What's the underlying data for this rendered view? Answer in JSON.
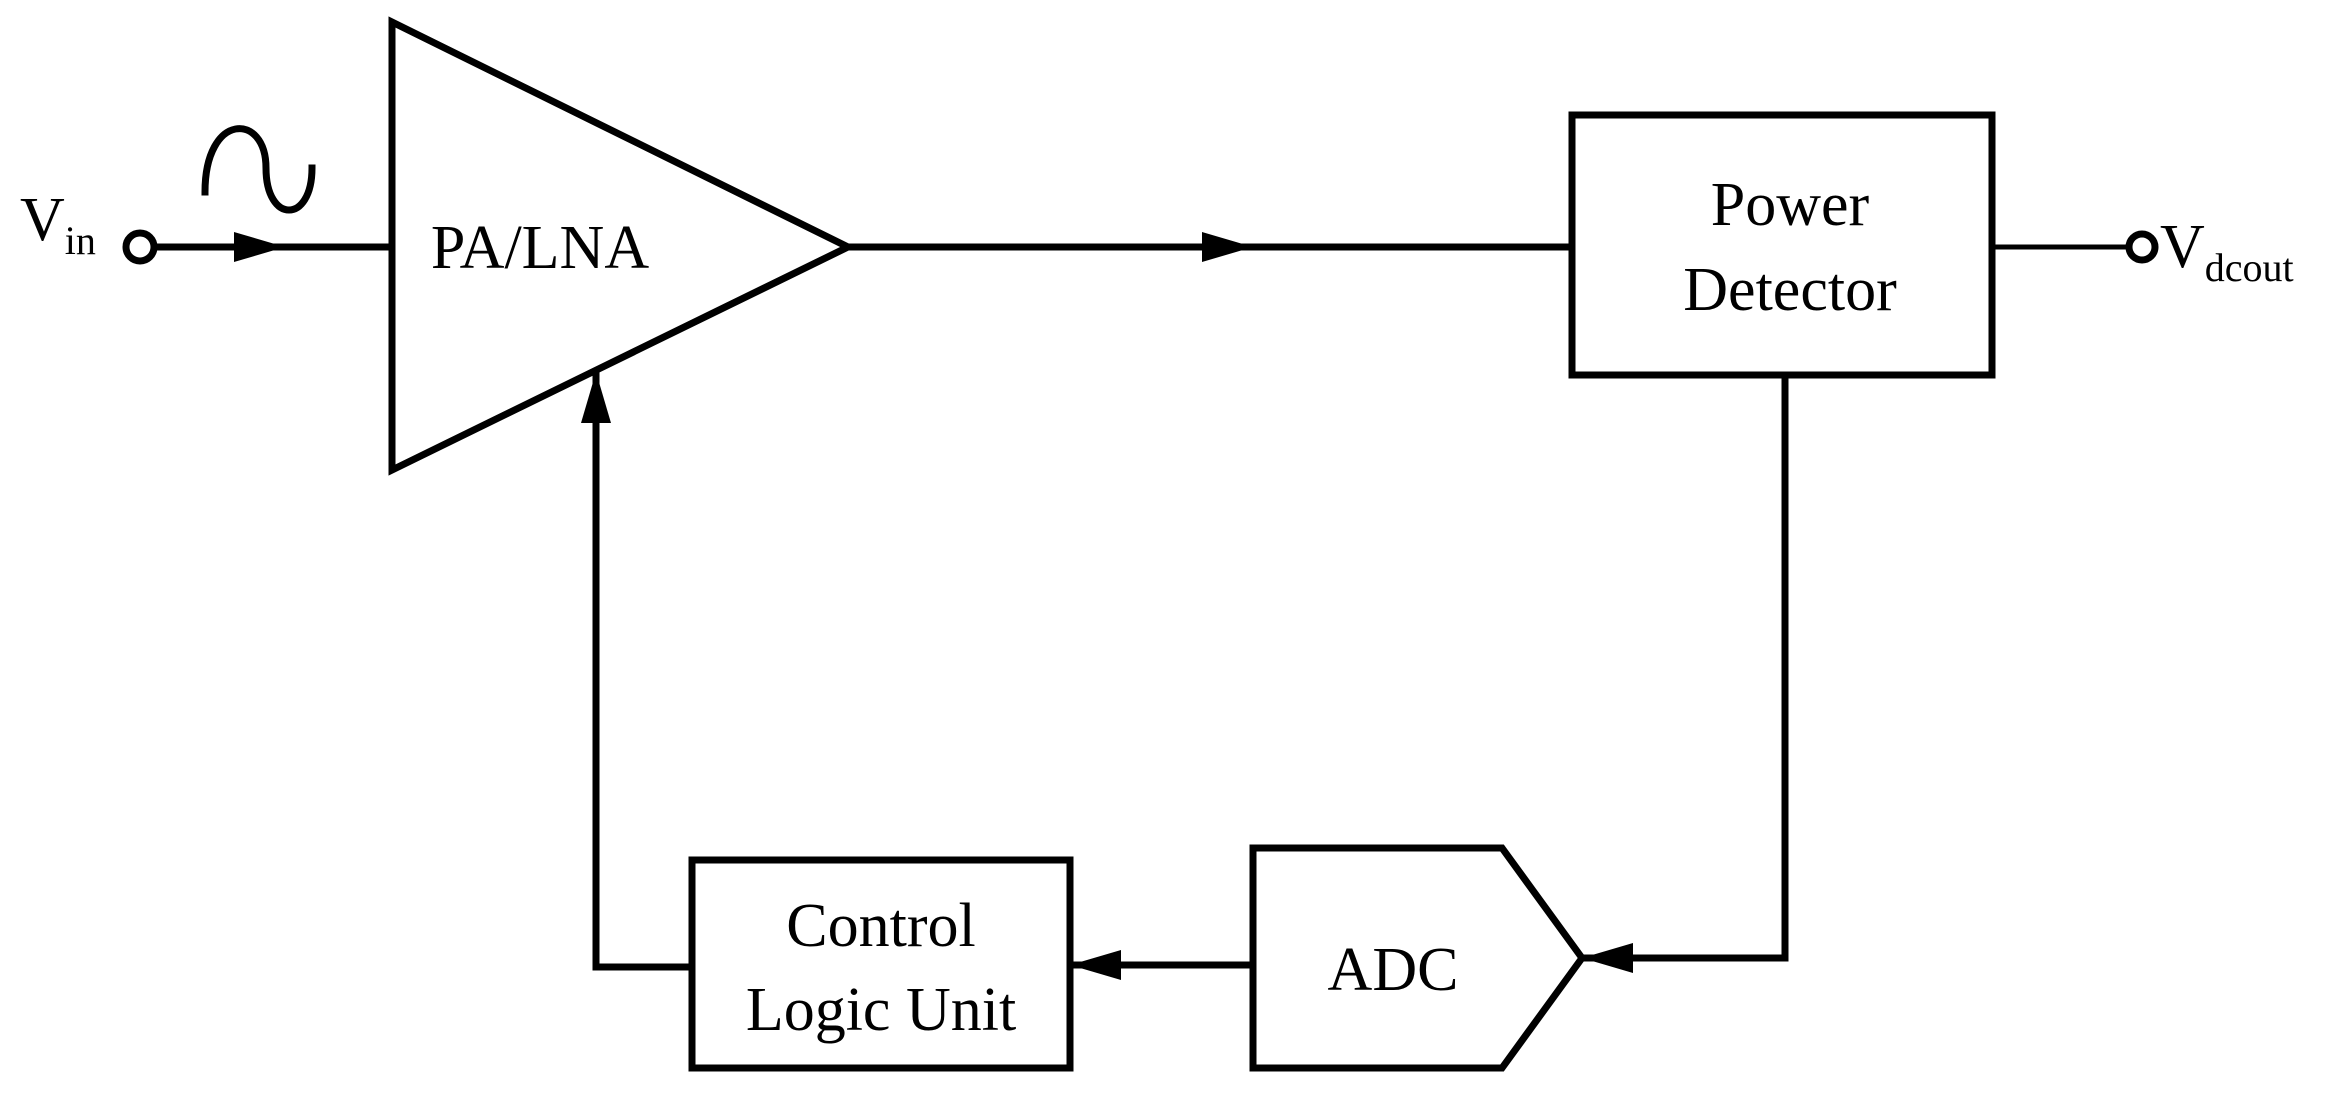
{
  "blocks": {
    "amp": {
      "label": "PA/LNA"
    },
    "detector": {
      "line1": "Power",
      "line2": "Detector"
    },
    "adc": {
      "label": "ADC"
    },
    "control": {
      "line1": "Control",
      "line2": "Logic Unit"
    }
  },
  "ports": {
    "input": {
      "main": "V",
      "sub": "in"
    },
    "output": {
      "main": "V",
      "sub": "dcout"
    }
  },
  "colors": {
    "ink": "#000000",
    "background": "#ffffff"
  }
}
